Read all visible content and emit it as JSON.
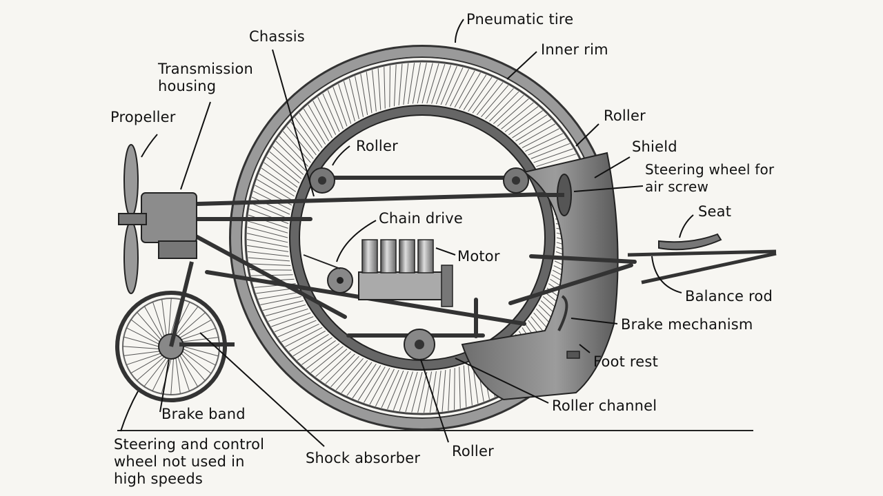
{
  "labels": {
    "pneumatic_tire": "Pneumatic tire",
    "inner_rim": "Inner rim",
    "chassis": "Chassis",
    "transmission_housing_1": "Transmission",
    "transmission_housing_2": "housing",
    "propeller": "Propeller",
    "roller_upper_left": "Roller",
    "roller_upper_right": "Roller",
    "shield": "Shield",
    "steering_wheel_air_screw_1": "Steering wheel for",
    "steering_wheel_air_screw_2": "air screw",
    "seat": "Seat",
    "chain_drive": "Chain drive",
    "motor": "Motor",
    "balance_rod": "Balance rod",
    "brake_mechanism": "Brake mechanism",
    "foot_rest": "Foot rest",
    "roller_channel": "Roller channel",
    "roller_bottom": "Roller",
    "shock_absorber": "Shock absorber",
    "brake_band": "Brake band",
    "steering_control_1": "Steering and control",
    "steering_control_2": "wheel not used in",
    "steering_control_3": "high speeds"
  },
  "colors": {
    "ink": "#1a1a1a",
    "metal": "#8a8a8a",
    "metal_dark": "#4a4a4a",
    "paper": "#f7f6f2"
  }
}
